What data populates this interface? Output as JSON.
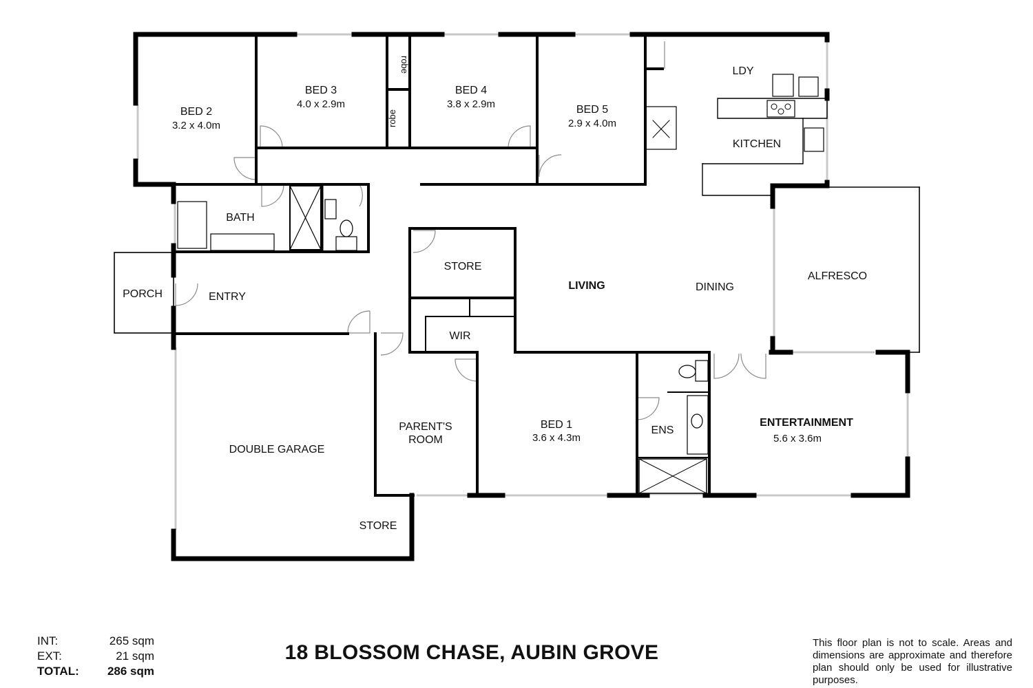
{
  "rooms": {
    "bed2": {
      "name": "BED 2",
      "dims": "3.2 x 4.0m"
    },
    "bed3": {
      "name": "BED 3",
      "dims": "4.0 x 2.9m"
    },
    "bed4": {
      "name": "BED 4",
      "dims": "3.8 x 2.9m"
    },
    "bed5": {
      "name": "BED 5",
      "dims": "2.9 x 4.0m"
    },
    "robe_top": {
      "name": "robe"
    },
    "robe_bottom": {
      "name": "robe"
    },
    "ldy": {
      "name": "LDY"
    },
    "kitchen": {
      "name": "KITCHEN"
    },
    "bath": {
      "name": "BATH"
    },
    "porch": {
      "name": "PORCH"
    },
    "entry": {
      "name": "ENTRY"
    },
    "store_main": {
      "name": "STORE"
    },
    "living": {
      "name": "LIVING"
    },
    "dining": {
      "name": "DINING"
    },
    "alfresco": {
      "name": "ALFRESCO"
    },
    "wir": {
      "name": "WIR"
    },
    "parents": {
      "line1": "PARENT'S",
      "line2": "ROOM"
    },
    "bed1": {
      "name": "BED 1",
      "dims": "3.6 x 4.3m"
    },
    "ens": {
      "name": "ENS"
    },
    "entertainment": {
      "name": "ENTERTAINMENT",
      "dims": "5.6 x 3.6m"
    },
    "garage": {
      "name": "DOUBLE GARAGE"
    },
    "store_garage": {
      "name": "STORE"
    }
  },
  "areas": {
    "int_label": "INT:",
    "int_value": "265 sqm",
    "ext_label": "EXT:",
    "ext_value": "21 sqm",
    "total_label": "TOTAL:",
    "total_value": "286 sqm"
  },
  "title": "18 BLOSSOM CHASE, AUBIN GROVE",
  "disclaimer": "This floor plan is not to scale. Areas and dimensions are approximate and therefore plan should only be used for illustrative purposes."
}
